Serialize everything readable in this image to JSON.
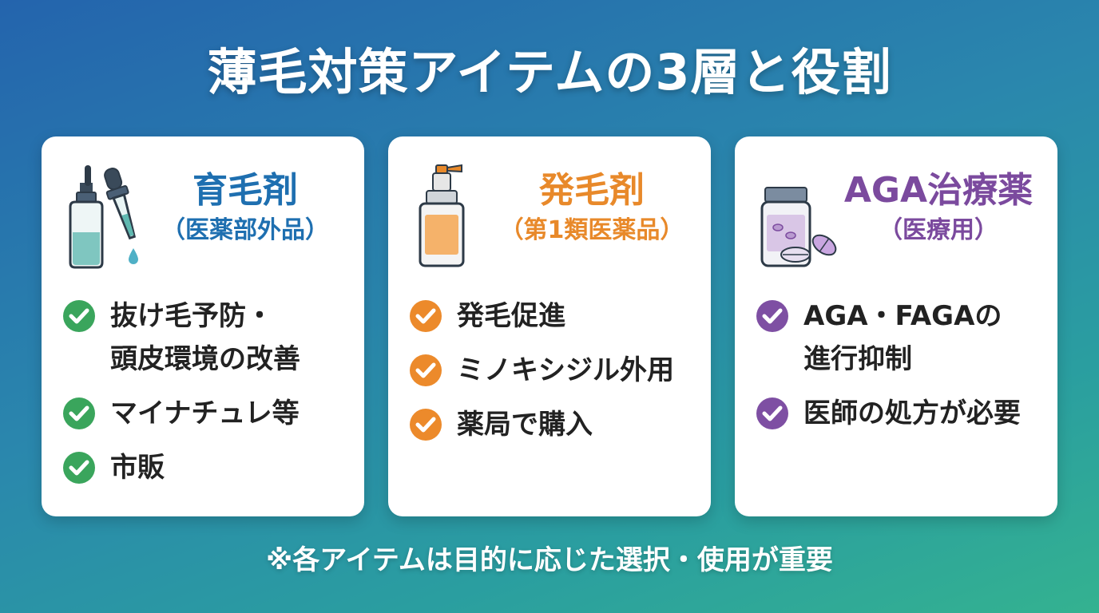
{
  "title": "薄毛対策アイテムの3層と役割",
  "footer_note": "※各アイテムは目的に応じた選択・使用が重要",
  "colors": {
    "card0_accent": "#1e6fb0",
    "card0_check": "#3aa55c",
    "card1_accent": "#e8892a",
    "card1_check": "#ec8a2b",
    "card2_accent": "#7b4a9e",
    "card2_check": "#7e4fa3"
  },
  "cards": [
    {
      "icon": "dropper-bottle-icon",
      "title": "育毛剤",
      "subtitle": "（医薬部外品）",
      "items": [
        {
          "line1": "抜け毛予防・",
          "line2": "頭皮環境の改善"
        },
        {
          "line1": "マイナチュレ等",
          "line2": ""
        },
        {
          "line1": "市販",
          "line2": ""
        }
      ]
    },
    {
      "icon": "spray-bottle-icon",
      "title": "発毛剤",
      "subtitle": "（第1類医薬品）",
      "items": [
        {
          "line1": "発毛促進",
          "line2": ""
        },
        {
          "line1": "ミノキシジル外用",
          "line2": ""
        },
        {
          "line1": "薬局で購入",
          "line2": ""
        }
      ]
    },
    {
      "icon": "medicine-bottle-icon",
      "title": "AGA治療薬",
      "subtitle": "（医療用）",
      "items": [
        {
          "line1": "AGA・FAGAの",
          "line2": "進行抑制"
        },
        {
          "line1": "医師の処方が必要",
          "line2": ""
        }
      ]
    }
  ]
}
